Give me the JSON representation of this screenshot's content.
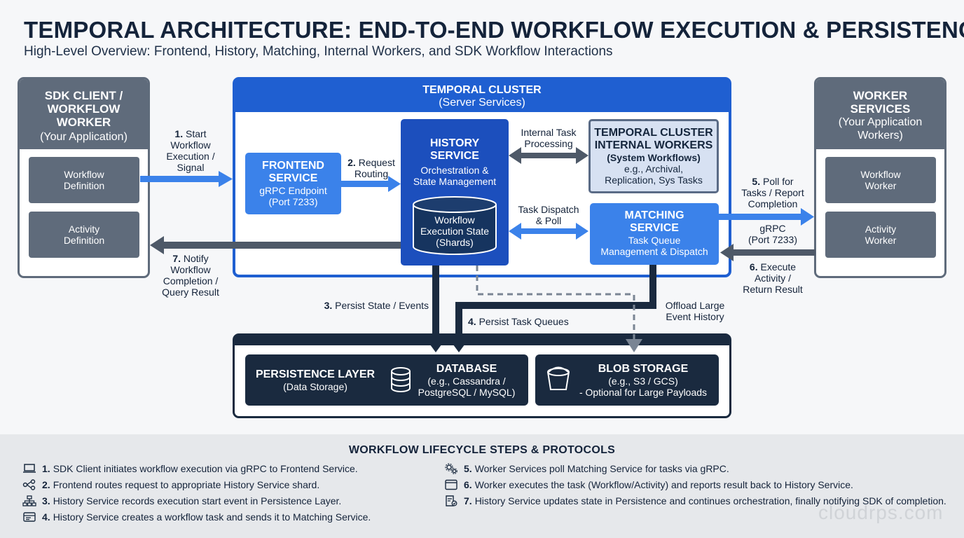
{
  "header": {
    "title": "TEMPORAL ARCHITECTURE: END-TO-END WORKFLOW EXECUTION & PERSISTENCE",
    "subtitle": "High-Level Overview: Frontend, History, Matching, Internal Workers, and SDK Workflow Interactions"
  },
  "sdk_client": {
    "title_line1": "SDK CLIENT /",
    "title_line2": "WORKFLOW",
    "title_line3": "WORKER",
    "subtitle": "(Your Application)",
    "cards": [
      "Workflow Definition",
      "Activity Definition"
    ]
  },
  "worker_services": {
    "title_line1": "WORKER",
    "title_line2": "SERVICES",
    "subtitle_line1": "(Your Application",
    "subtitle_line2": "Workers)",
    "cards": [
      "Workflow Worker",
      "Activity Worker"
    ]
  },
  "cluster": {
    "title": "TEMPORAL CLUSTER",
    "subtitle": "(Server Services)",
    "frontend": {
      "title_line1": "FRONTEND",
      "title_line2": "SERVICE",
      "desc_line1": "gRPC Endpoint",
      "desc_line2": "(Port 7233)"
    },
    "history": {
      "title_line1": "HISTORY",
      "title_line2": "SERVICE",
      "desc_line1": "Orchestration &",
      "desc_line2": "State Management",
      "db_line1": "Workflow",
      "db_line2": "Execution State",
      "db_line3": "(Shards)"
    },
    "internal": {
      "title_line1": "TEMPORAL CLUSTER",
      "title_line2": "INTERNAL WORKERS",
      "title_line3": "(System Workflows)",
      "desc_line1": "e.g., Archival,",
      "desc_line2": "Replication, Sys Tasks"
    },
    "matching": {
      "title_line1": "MATCHING",
      "title_line2": "SERVICE",
      "desc_line1": "Task Queue",
      "desc_line2": "Management & Dispatch"
    }
  },
  "persistence": {
    "layer_title": "PERSISTENCE LAYER",
    "layer_subtitle": "(Data Storage)",
    "db_title": "DATABASE",
    "db_line1": "(e.g., Cassandra /",
    "db_line2": "PostgreSQL / MySQL)",
    "blob_title": "BLOB STORAGE",
    "blob_line1": "(e.g., S3 / GCS)",
    "blob_line2": "- Optional for Large Payloads"
  },
  "flow_labels": {
    "s1_num": "1.",
    "s1_line1": "Start",
    "s1_line2": "Workflow",
    "s1_line3": "Execution /",
    "s1_line4": "Signal",
    "s2_num": "2.",
    "s2_line1": "Request",
    "s2_line2": "Routing",
    "internal_line1": "Internal Task",
    "internal_line2": "Processing",
    "dispatch_line1": "Task Dispatch",
    "dispatch_line2": "& Poll",
    "s5_num": "5.",
    "s5_line1": "Poll for",
    "s5_line2": "Tasks / Report",
    "s5_line3": "Completion",
    "grpc_line1": "gRPC",
    "grpc_line2": "(Port 7233)",
    "s6_num": "6.",
    "s6_line1": "Execute",
    "s6_line2": "Activity /",
    "s6_line3": "Return Result",
    "s7_num": "7.",
    "s7_line1": "Notify",
    "s7_line2": "Workflow",
    "s7_line3": "Completion /",
    "s7_line4": "Query Result",
    "s3_num": "3.",
    "s3_text": "Persist State / Events",
    "s4_num": "4.",
    "s4_text": "Persist Task Queues",
    "offload_line1": "Offload Large",
    "offload_line2": "Event History"
  },
  "steps": {
    "title": "WORKFLOW LIFECYCLE STEPS & PROTOCOLS",
    "items": [
      {
        "num": "1.",
        "text": "SDK Client initiates workflow execution via gRPC to Frontend Service.",
        "icon": "laptop-icon"
      },
      {
        "num": "2.",
        "text": "Frontend routes request to appropriate History Service shard.",
        "icon": "route-icon"
      },
      {
        "num": "3.",
        "text": "History Service records execution start event in Persistence Layer.",
        "icon": "hierarchy-icon"
      },
      {
        "num": "4.",
        "text": "History Service creates a workflow task and sends it to Matching Service.",
        "icon": "task-icon"
      },
      {
        "num": "5.",
        "text": "Worker Services poll Matching Service for tasks via gRPC.",
        "icon": "gears-icon"
      },
      {
        "num": "6.",
        "text": "Worker executes the task (Workflow/Activity) and reports result back to History Service.",
        "icon": "window-icon"
      },
      {
        "num": "7.",
        "text": "History Service updates state in Persistence and continues orchestration, finally notifying SDK of completion.",
        "icon": "document-check-icon"
      }
    ]
  },
  "watermark": "cloudrps.com",
  "colors": {
    "dark_navy": "#1a2a3f",
    "gray": "#5f6b7b",
    "blue": "#1f5fd1",
    "light_blue": "#3b82ea",
    "arrow_gray": "#4e5968"
  }
}
